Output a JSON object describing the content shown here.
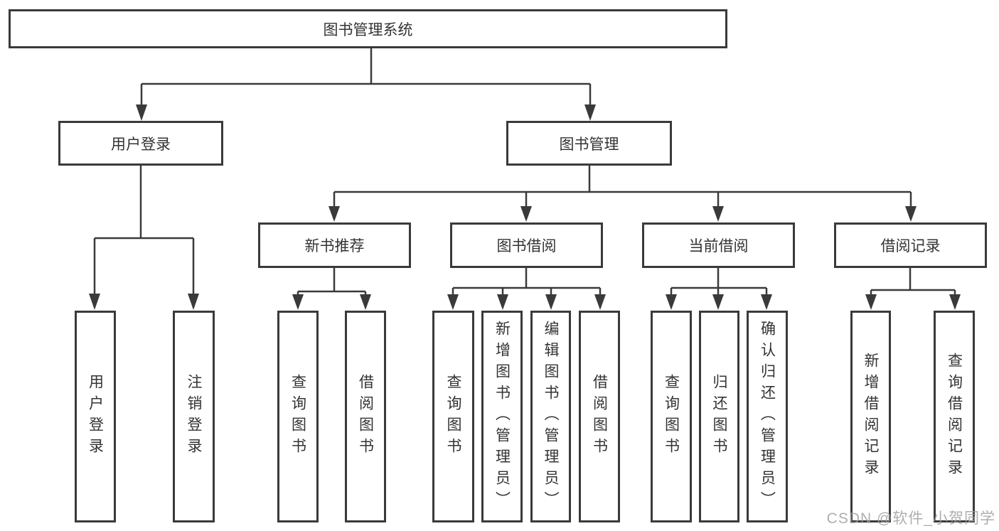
{
  "diagram": {
    "root": {
      "label": "图书管理系统"
    },
    "branches": [
      {
        "label": "用户登录",
        "leaves": [
          "用户登录",
          "注销登录"
        ]
      },
      {
        "label": "图书管理",
        "groups": [
          {
            "label": "新书推荐",
            "leaves": [
              "查询图书",
              "借阅图书"
            ]
          },
          {
            "label": "图书借阅",
            "leaves": [
              "查询图书",
              "新增图书（管理员）",
              "编辑图书（管理员）",
              "借阅图书"
            ]
          },
          {
            "label": "当前借阅",
            "leaves": [
              "查询图书",
              "归还图书",
              "确认归还（管理员）"
            ]
          },
          {
            "label": "借阅记录",
            "leaves": [
              "新增借阅记录",
              "查询借阅记录"
            ]
          }
        ]
      }
    ]
  },
  "watermark": {
    "text": "CSDN @软件_小贺同学"
  },
  "colors": {
    "line": "#3a3a3a",
    "box_border": "#3a3a3a",
    "text": "#333333",
    "watermark": "#a0a0a0",
    "background": "#ffffff"
  }
}
